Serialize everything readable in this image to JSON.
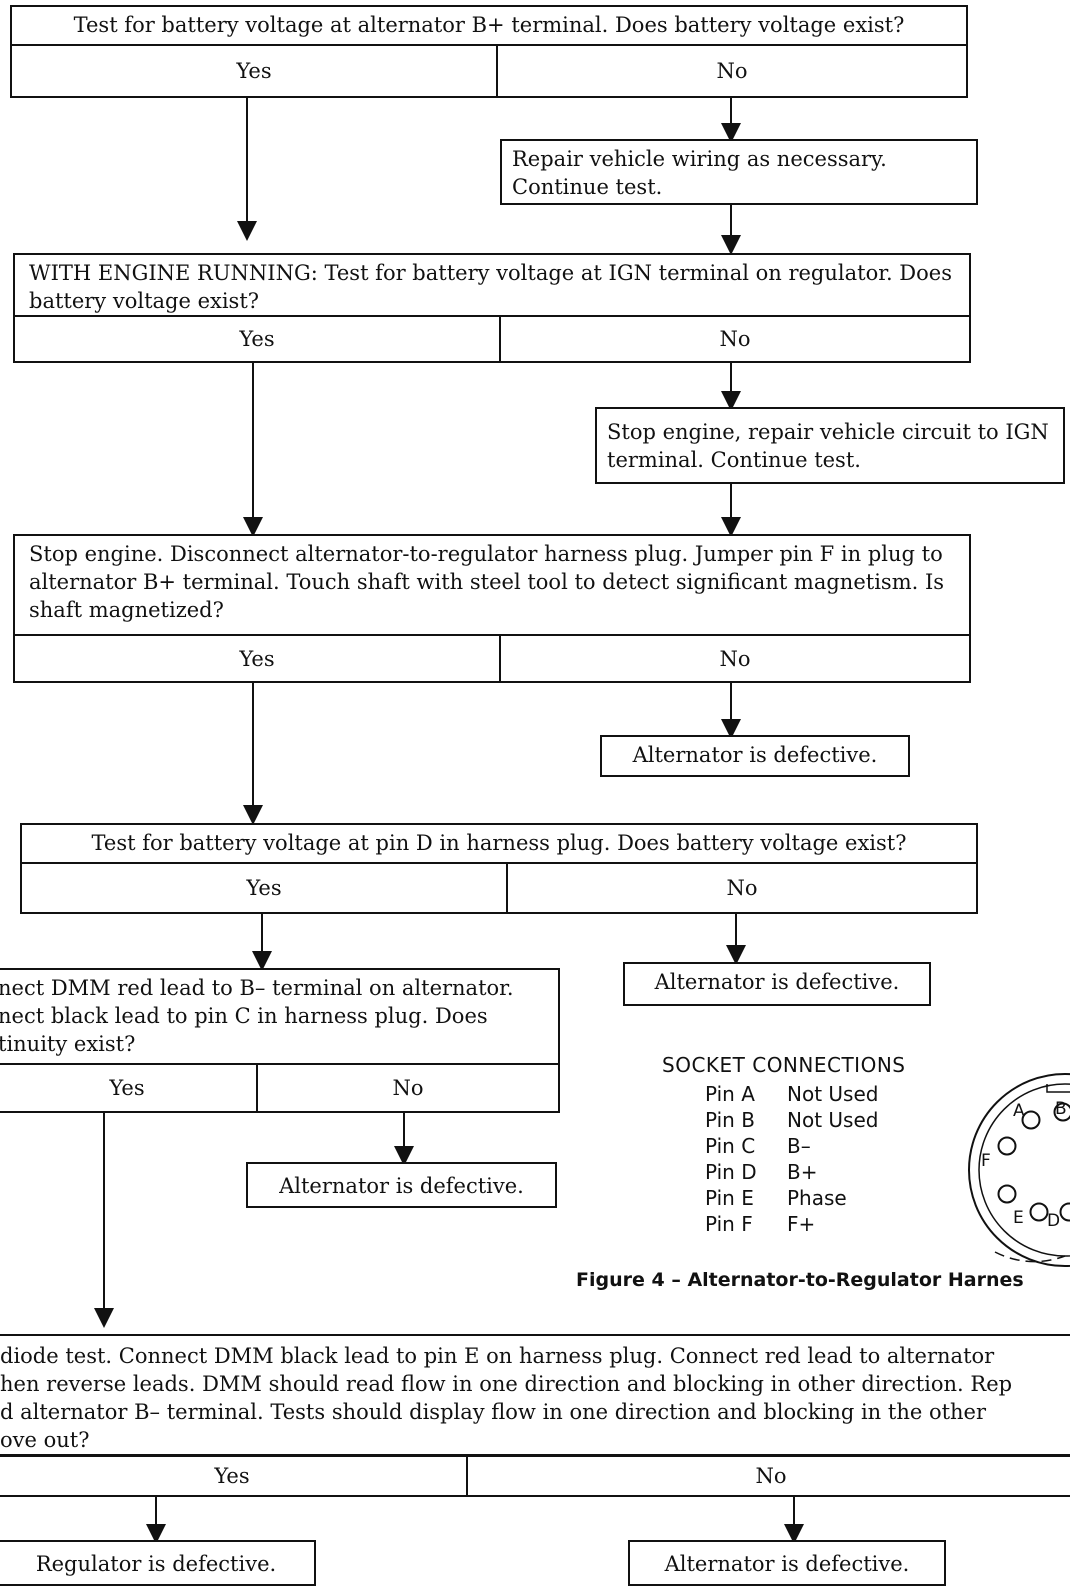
{
  "steps": [
    {
      "question": "Test for battery voltage at alternator B+ terminal. Does battery voltage exist?",
      "yes": "Yes",
      "no": "No",
      "no_result": "Repair vehicle wiring as necessary. Continue test."
    },
    {
      "question": "WITH ENGINE RUNNING: Test for battery voltage at IGN terminal on regulator. Does battery voltage exist?",
      "yes": "Yes",
      "no": "No",
      "no_result": "Stop engine, repair vehicle circuit to IGN terminal. Continue test."
    },
    {
      "question": "Stop engine. Disconnect alternator-to-regulator harness plug. Jumper pin F in plug to alternator B+ terminal. Touch shaft with steel tool to detect significant magnetism. Is shaft magnetized?",
      "yes": "Yes",
      "no": "No",
      "no_result": "Alternator is defective."
    },
    {
      "question": "Test for battery voltage at pin D in harness plug. Does battery voltage exist?",
      "yes": "Yes",
      "no": "No",
      "no_result": "Alternator is defective."
    },
    {
      "question": "nect DMM red lead to B– terminal on alternator. nect black lead to pin C in harness plug. Does tinuity exist?",
      "yes": "Yes",
      "no": "No",
      "no_result": "Alternator is defective."
    },
    {
      "question": "diode test. Connect DMM black lead to pin E on harness plug. Connect red lead to alternator hen reverse leads. DMM should read flow in one direction and blocking in other direction. Rep d alternator B– terminal. Tests should display flow in one direction and blocking in the other ove out?",
      "yes": "Yes",
      "no": "No",
      "yes_result": "Regulator is defective.",
      "no_result": "Alternator is defective."
    }
  ],
  "step5_lines": [
    "nect DMM red lead to B– terminal on alternator.",
    "nect black lead to pin C in harness plug. Does",
    "tinuity exist?"
  ],
  "step6_lines": [
    "diode test. Connect DMM black lead to pin E on harness plug. Connect red lead to alternator",
    "hen reverse leads. DMM should read flow in one direction and blocking in other direction. Rep",
    "d alternator B– terminal. Tests should display flow in one direction and blocking in the other",
    "ove out?"
  ],
  "socket": {
    "title": "SOCKET CONNECTIONS",
    "pins": [
      {
        "pin": "Pin A",
        "use": "Not Used"
      },
      {
        "pin": "Pin B",
        "use": "Not Used"
      },
      {
        "pin": "Pin C",
        "use": "B–"
      },
      {
        "pin": "Pin D",
        "use": "B+"
      },
      {
        "pin": "Pin E",
        "use": "Phase"
      },
      {
        "pin": "Pin F",
        "use": "F+"
      }
    ],
    "connector_letters": [
      "A",
      "B",
      "F",
      "E",
      "D"
    ]
  },
  "caption": "Figure 4 –  Alternator-to-Regulator Harnes"
}
